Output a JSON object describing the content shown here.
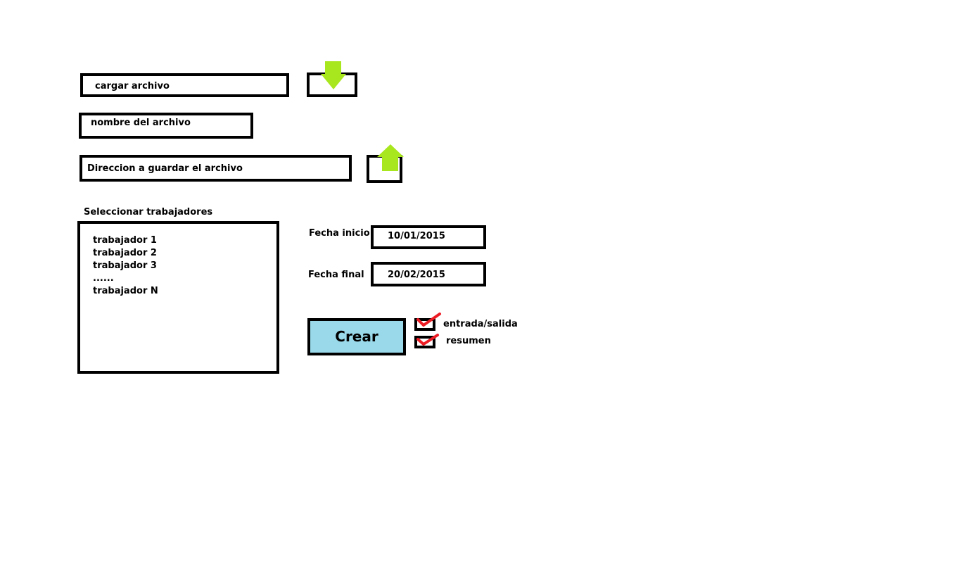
{
  "load": {
    "field_value": "cargar archivo",
    "download_icon": "down-arrow-icon",
    "icon_color": "#a8e61d"
  },
  "filename": {
    "field_value": "nombre del archivo"
  },
  "save": {
    "field_value": "Direccion a guardar el archivo",
    "upload_icon": "up-arrow-icon",
    "icon_color": "#a8e61d"
  },
  "workers": {
    "label": "Seleccionar trabajadores",
    "items": [
      "trabajador 1",
      "trabajador 2",
      "trabajador 3",
      "......",
      "trabajador N"
    ]
  },
  "dates": {
    "start_label": "Fecha inicio",
    "start_value": "10/01/2015",
    "end_label": "Fecha final",
    "end_value": "20/02/2015"
  },
  "actions": {
    "create_label": "Crear",
    "create_color": "#99d9ea"
  },
  "options": {
    "entry_exit_label": "entrada/salida",
    "entry_exit_checked": true,
    "summary_label": "resumen",
    "summary_checked": true,
    "check_color": "#ed1c24"
  }
}
